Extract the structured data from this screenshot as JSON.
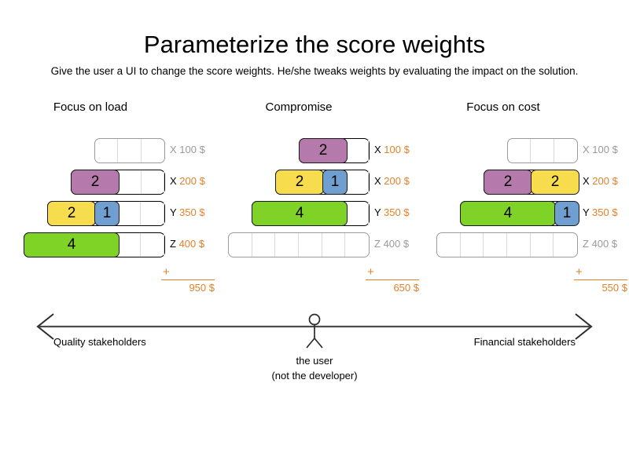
{
  "title": "Parameterize the score weights",
  "subtitle": "Give the user a UI to change the score weights. He/she tweaks weights by evaluating the impact on the solution.",
  "colors": {
    "purple": "#b57aab",
    "yellow": "#f7dc4e",
    "blue": "#6f9fd0",
    "green": "#7fd326",
    "orange": "#e3812b",
    "inactive_gray": "#9a9a9a",
    "cell_divider": "#d8d8d8",
    "axis": "#4d4d4d"
  },
  "columns": [
    {
      "header": "Focus on load",
      "sum_plus": "+",
      "sum_total": "950 $",
      "rows": [
        {
          "key": "X",
          "price": "100 $",
          "active": false,
          "units": 3,
          "blocks": []
        },
        {
          "key": "X",
          "price": "200 $",
          "active": true,
          "units": 4,
          "blocks": [
            {
              "value": "2",
              "units": 2,
              "color": "purple"
            }
          ]
        },
        {
          "key": "Y",
          "price": "350 $",
          "active": true,
          "units": 5,
          "blocks": [
            {
              "value": "2",
              "units": 2,
              "color": "yellow"
            },
            {
              "value": "1",
              "units": 1,
              "color": "blue"
            }
          ]
        },
        {
          "key": "Z",
          "price": "400 $",
          "active": true,
          "units": 6,
          "blocks": [
            {
              "value": "4",
              "units": 4,
              "color": "green"
            }
          ]
        }
      ]
    },
    {
      "header": "Compromise",
      "sum_plus": "+",
      "sum_total": "650 $",
      "rows": [
        {
          "key": "X",
          "price": "100 $",
          "active": true,
          "units": 3,
          "blocks": [
            {
              "value": "2",
              "units": 2,
              "color": "purple"
            }
          ]
        },
        {
          "key": "X",
          "price": "200 $",
          "active": true,
          "units": 4,
          "blocks": [
            {
              "value": "2",
              "units": 2,
              "color": "yellow"
            },
            {
              "value": "1",
              "units": 1,
              "color": "blue"
            }
          ]
        },
        {
          "key": "Y",
          "price": "350 $",
          "active": true,
          "units": 5,
          "blocks": [
            {
              "value": "4",
              "units": 4,
              "color": "green"
            }
          ]
        },
        {
          "key": "Z",
          "price": "400 $",
          "active": false,
          "units": 6,
          "blocks": []
        }
      ]
    },
    {
      "header": "Focus on cost",
      "sum_plus": "+",
      "sum_total": "550 $",
      "rows": [
        {
          "key": "X",
          "price": "100 $",
          "active": false,
          "units": 3,
          "blocks": []
        },
        {
          "key": "X",
          "price": "200 $",
          "active": true,
          "units": 4,
          "blocks": [
            {
              "value": "2",
              "units": 2,
              "color": "purple"
            },
            {
              "value": "2",
              "units": 2,
              "color": "yellow"
            }
          ]
        },
        {
          "key": "Y",
          "price": "350 $",
          "active": true,
          "units": 5,
          "blocks": [
            {
              "value": "4",
              "units": 4,
              "color": "green"
            },
            {
              "value": "1",
              "units": 1,
              "color": "blue"
            }
          ]
        },
        {
          "key": "Z",
          "price": "400 $",
          "active": false,
          "units": 6,
          "blocks": []
        }
      ]
    }
  ],
  "axis": {
    "left_label": "Quality stakeholders",
    "right_label": "Financial stakeholders",
    "user_caption_line1": "the user",
    "user_caption_line2": "(not the developer)"
  }
}
